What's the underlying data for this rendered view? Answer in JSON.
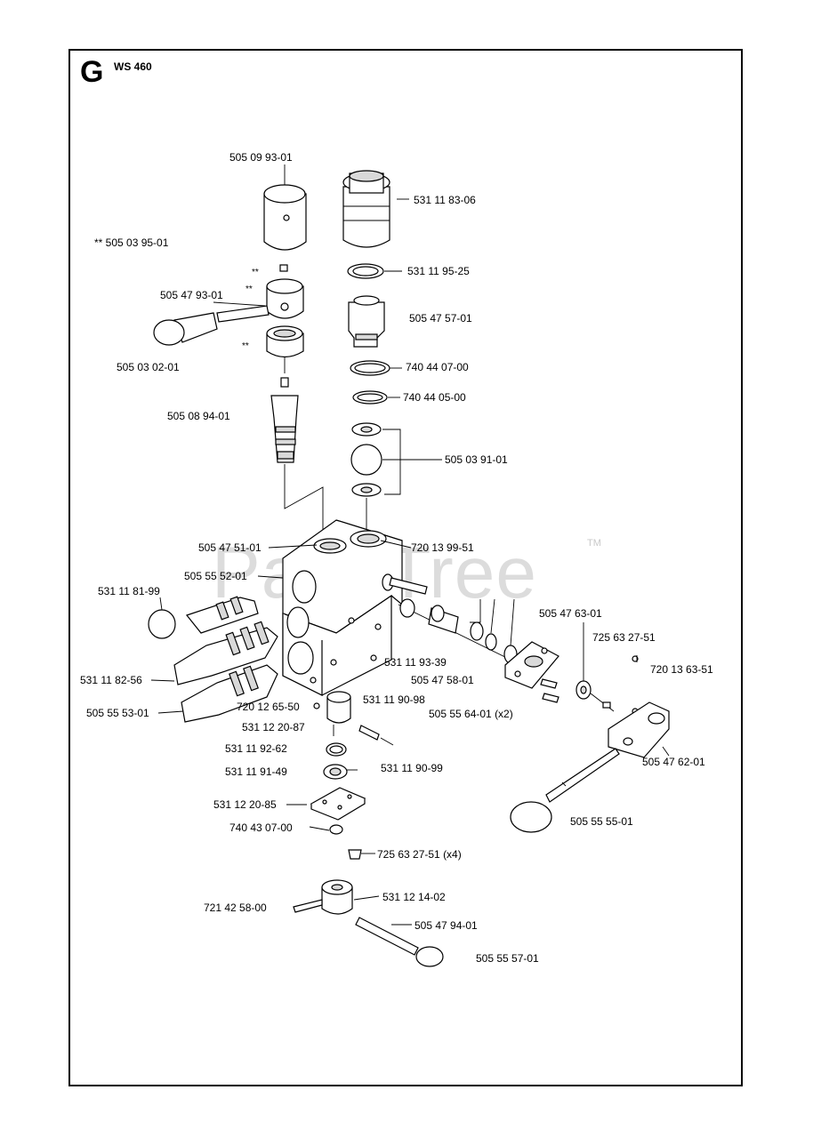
{
  "header": {
    "section_letter": "G",
    "model": "WS 460"
  },
  "watermark": {
    "text": "PartsTree",
    "tm": "TM"
  },
  "labels": [
    "505 09 93-01",
    "531 11 83-06",
    "** 505 03 95-01",
    "531 11 95-25",
    "505 47 93-01",
    "505 47 57-01",
    "505 03 02-01",
    "740 44 07-00",
    "740 44 05-00",
    "505 08 94-01",
    "505 03 91-01",
    "505 47 51-01",
    "720 13 99-51",
    "505 55 52-01",
    "531 11 81-99",
    "505 47 63-01",
    "725 63 27-51",
    "720 13 63-51",
    "531 11 93-39",
    "505 47 58-01",
    "531 11 82-56",
    "531 11 90-98",
    "720 12 65-50",
    "505 55 64-01 (x2)",
    "505 55 53-01",
    "531 12 20-87",
    "505 47 62-01",
    "531 11 92-62",
    "531 11 91-49",
    "531 11 90-99",
    "531 12 20-85",
    "505 55 55-01",
    "740 43 07-00",
    "725 63 27-51 (x4)",
    "531 12 14-02",
    "721 42 58-00",
    "505 47 94-01",
    "505 55 57-01"
  ],
  "markers": {
    "double_star": "**"
  }
}
